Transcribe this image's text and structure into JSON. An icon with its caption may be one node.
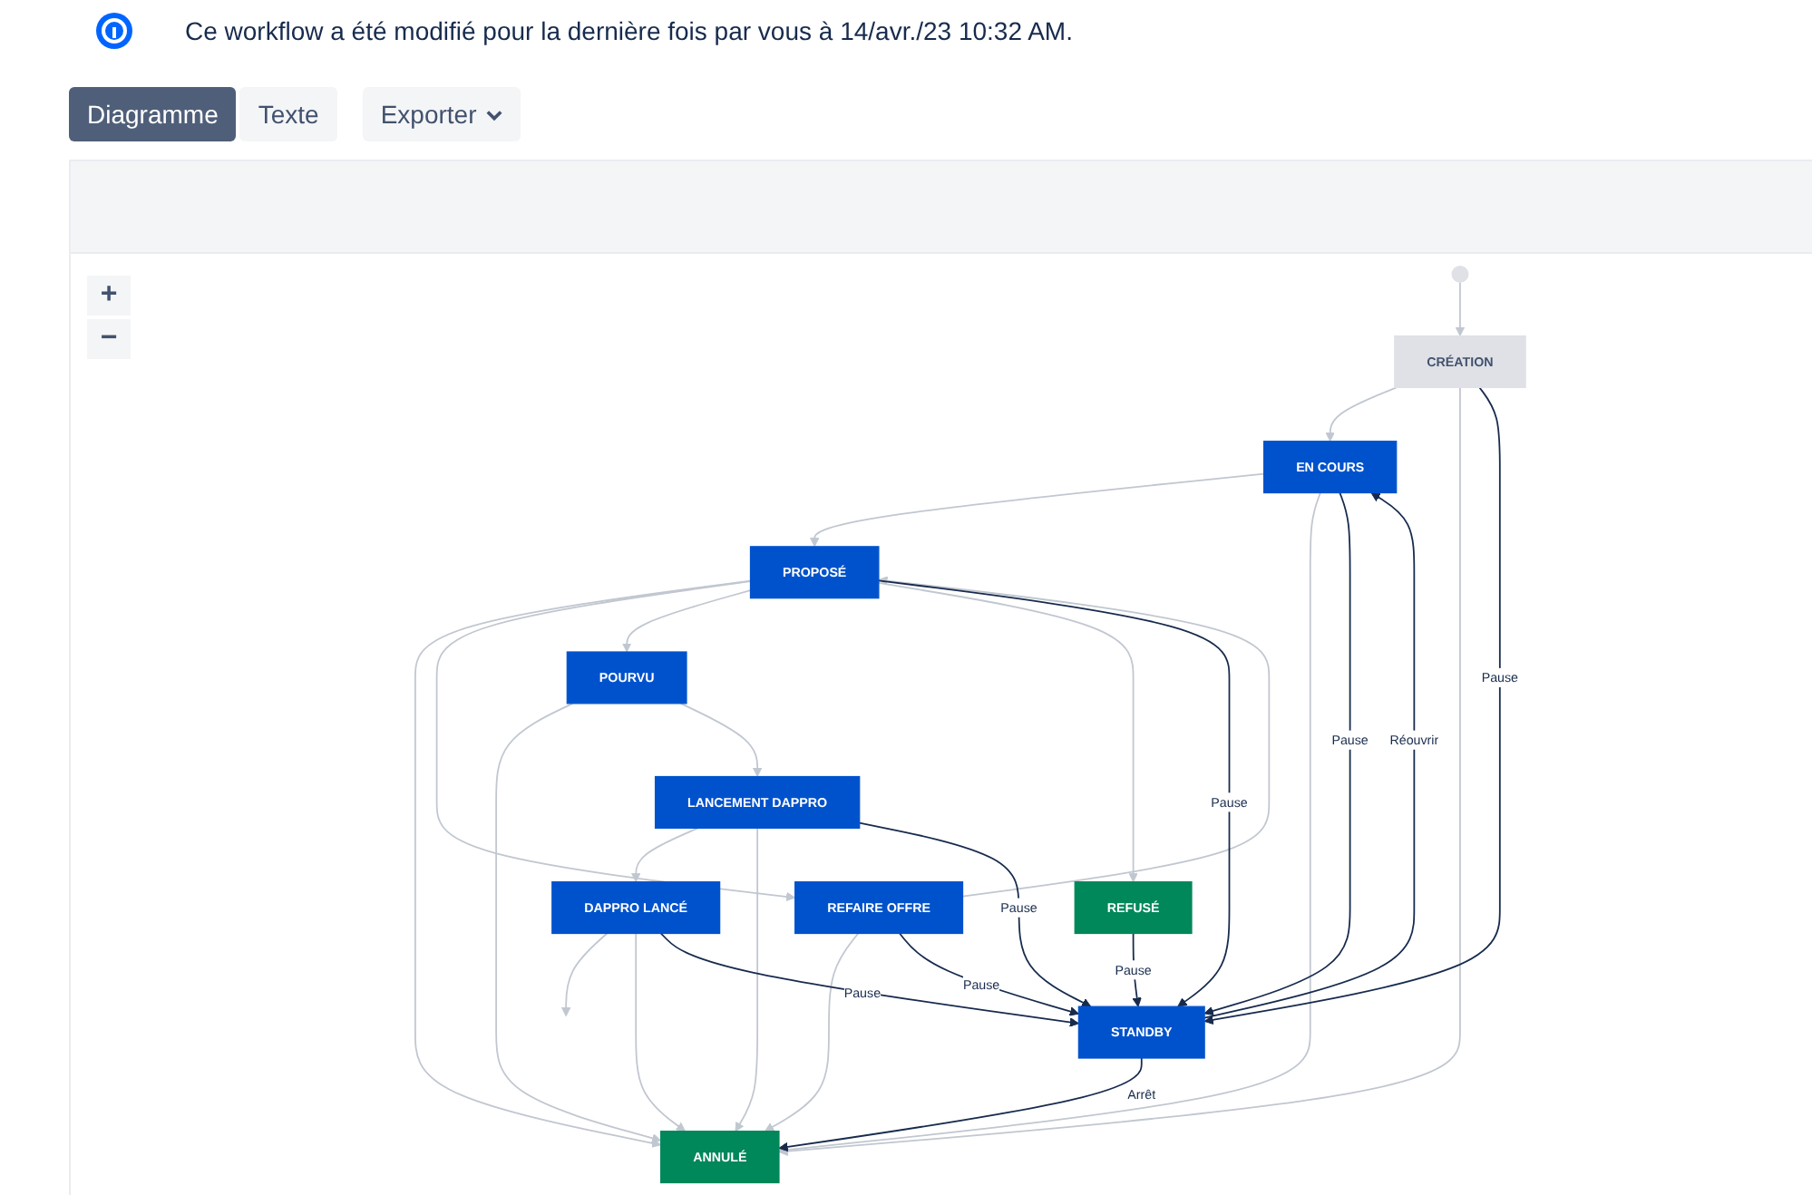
{
  "diagram": {
    "nodes": [
      {
        "text": [],
        "shape": "circle"
      },
      {
        "text": [
          "CRÉATION"
        ]
      },
      {
        "text": [
          "EN COURS"
        ]
      },
      {
        "text": [
          "ANNULÉ"
        ]
      },
      {
        "text": [
          "PROPOSÉ"
        ]
      },
      {
        "text": [
          "REFAIRE OFFRE"
        ]
      },
      {
        "text": [
          "POURVU"
        ]
      },
      {
        "text": [
          "REFUSÉ"
        ]
      },
      {
        "text": [
          "LANCEMENT DAPPRO"
        ]
      },
      {
        "text": [
          "DAPPRO LANCÉ"
        ]
      },
      {
        "text": [
          "STANDBY"
        ]
      }
    ],
    "edges": [
      {
        "from": 0,
        "to": 1,
        "arrow": "to"
      },
      {
        "from": 1,
        "to": 2,
        "arrow": "to"
      },
      {
        "from": 1,
        "to": 3,
        "arrow": "to"
      },
      {
        "from": 2,
        "to": 4,
        "arrow": "to"
      },
      {
        "from": 2,
        "to": 3,
        "arrow": "to"
      },
      {
        "from": 5,
        "to": 3,
        "arrow": "to"
      },
      {
        "from": 6,
        "to": 3,
        "arrow": "to"
      },
      {
        "from": 4,
        "to": 3,
        "arrow": "to"
      },
      {
        "from": 4,
        "to": 5,
        "arrow": "to"
      },
      {
        "from": 4,
        "to": 6,
        "arrow": "to"
      },
      {
        "from": 4,
        "to": 7,
        "arrow": "to"
      },
      {
        "from": 5,
        "to": 4,
        "arrow": "to"
      },
      {
        "from": 6,
        "to": 8,
        "arrow": "to"
      },
      {
        "from": 8,
        "to": 9,
        "arrow": "to"
      },
      {
        "from": 9,
        "to": null,
        "arrow": "to"
      },
      {
        "from": 8,
        "to": 3,
        "arrow": "to"
      },
      {
        "from": 9,
        "to": 3,
        "arrow": "to"
      },
      {
        "from": 1,
        "to": 10,
        "arrow": "to",
        "label": "Pause",
        "color": "#172b4d"
      },
      {
        "from": 10,
        "to": 2,
        "arrow": "to",
        "label": "Réouvrir",
        "color": "#172b4d"
      },
      {
        "from": 2,
        "to": 10,
        "arrow": "to",
        "label": "Pause",
        "color": "#172b4d"
      },
      {
        "from": 10,
        "to": 3,
        "arrow": "to",
        "label": "Arrêt",
        "color": "#172b4d"
      },
      {
        "from": 5,
        "to": 10,
        "arrow": "to",
        "label": "Pause",
        "color": "#172b4d"
      },
      {
        "from": 9,
        "to": 10,
        "arrow": "to",
        "label": "Pause",
        "color": "#172b4d"
      },
      {
        "from": 4,
        "to": 10,
        "arrow": "to",
        "label": "Pause",
        "color": "#172b4d"
      },
      {
        "from": 8,
        "to": 10,
        "arrow": "to",
        "label": "Pause",
        "color": "#172b4d"
      },
      {
        "from": 7,
        "to": 10,
        "arrow": "to",
        "label": "Pause",
        "color": "#172b4d"
      }
    ],
    "labels": [
      "Ce workflow a été modifié pour la dernière fois par vous à 14/avr./23 10:32 AM.",
      "Diagramme",
      "Texte",
      "Exporter",
      "+",
      "−"
    ]
  }
}
